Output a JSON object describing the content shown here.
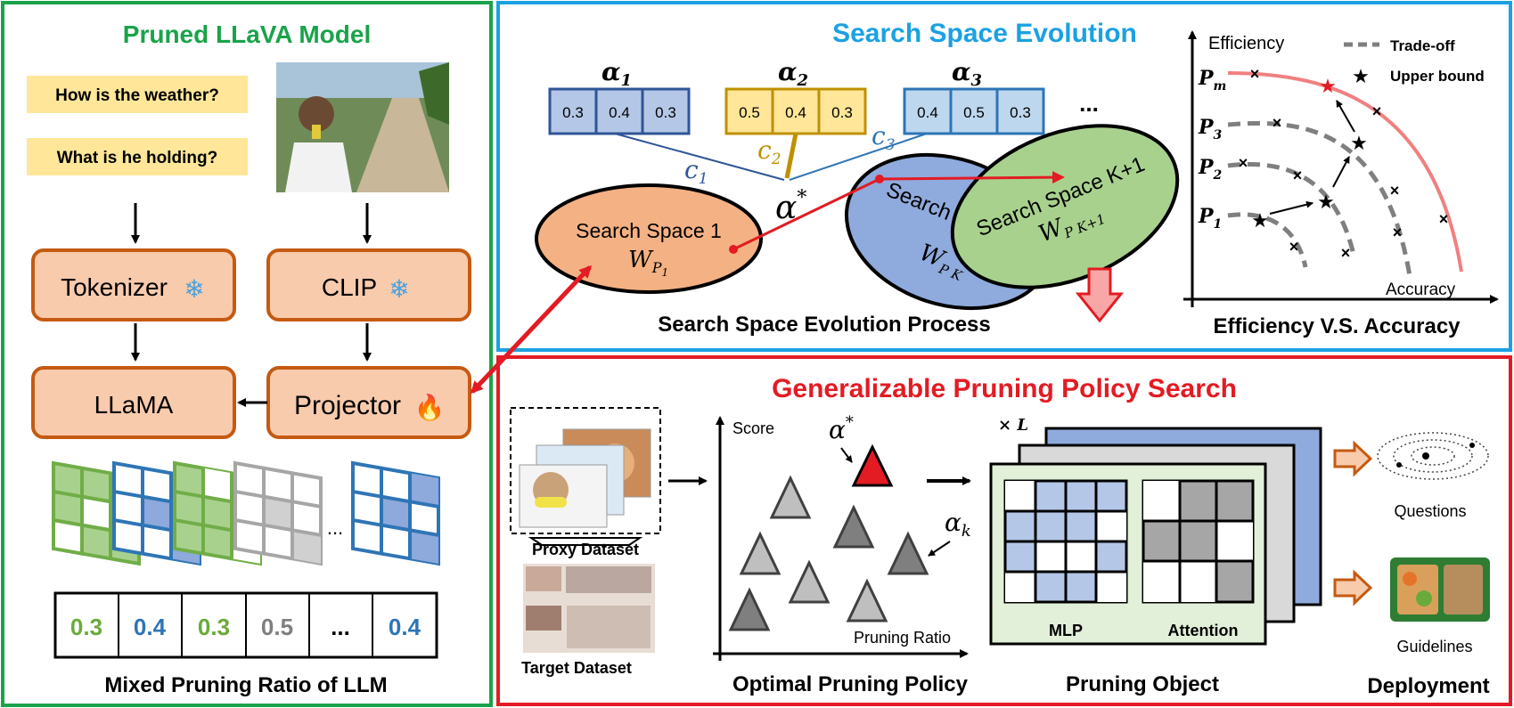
{
  "left_panel": {
    "title": "Pruned LLaVA Model",
    "questions": [
      "How is the weather?",
      "What is he holding?"
    ],
    "boxes": {
      "tokenizer": "Tokenizer",
      "clip": "CLIP",
      "llama": "LLaMA",
      "projector": "Projector"
    },
    "icons": {
      "frozen": "❄",
      "trainable": "🔥"
    },
    "ellipsis": "...",
    "ratios": [
      {
        "value": "0.3",
        "color": "#6aaa3a"
      },
      {
        "value": "0.4",
        "color": "#2e75b6"
      },
      {
        "value": "0.3",
        "color": "#6aaa3a"
      },
      {
        "value": "0.5",
        "color": "#7f7f7f"
      },
      {
        "value": "...",
        "color": "#000000"
      },
      {
        "value": "0.4",
        "color": "#2e75b6"
      }
    ],
    "caption": "Mixed Pruning Ratio of LLM"
  },
  "evolution_panel": {
    "title": "Search Space Evolution",
    "alphas": [
      {
        "label": "α",
        "sub": "1",
        "values": [
          "0.3",
          "0.4",
          "0.3"
        ]
      },
      {
        "label": "α",
        "sub": "2",
        "values": [
          "0.5",
          "0.4",
          "0.3"
        ]
      },
      {
        "label": "α",
        "sub": "3",
        "values": [
          "0.4",
          "0.5",
          "0.3"
        ]
      }
    ],
    "more": "...",
    "c_labels": [
      {
        "base": "c",
        "sub": "1"
      },
      {
        "base": "c",
        "sub": "2"
      },
      {
        "base": "c",
        "sub": "3"
      }
    ],
    "alpha_star": "α",
    "alpha_star_sup": "*",
    "space1_title": "Search Space 1",
    "space1_w": "W",
    "space1_w_sub": "P",
    "space1_w_subsub": "1",
    "spaceK_title": "Search Sp",
    "spaceK_w": "W",
    "spaceK_w_sub": "P K",
    "spaceK1_title": "Search Space K+1",
    "spaceK1_w": "W",
    "spaceK1_w_sub": "P K+1",
    "caption": "Search Space Evolution Process"
  },
  "efficiency_chart": {
    "y_label": "Efficiency",
    "x_label": "Accuracy",
    "legend_tradeoff": "Trade-off",
    "legend_upper": "Upper bound",
    "levels": [
      {
        "base": "P",
        "sub": "m"
      },
      {
        "base": "P",
        "sub": "3"
      },
      {
        "base": "P",
        "sub": "2"
      },
      {
        "base": "P",
        "sub": "1"
      }
    ],
    "caption": "Efficiency V.S. Accuracy"
  },
  "policy_panel": {
    "title": "Generalizable Pruning Policy Search",
    "proxy_label": "Proxy Dataset",
    "target_label": "Target Dataset",
    "score_label": "Score",
    "ratio_label": "Pruning Ratio",
    "alpha_star": "α",
    "alpha_star_sup": "*",
    "alpha_k": "α",
    "alpha_k_sub": "k",
    "policy_caption": "Optimal Pruning Policy",
    "layers": "× L",
    "mlp_label": "MLP",
    "attention_label": "Attention",
    "object_caption": "Pruning Object",
    "questions_label": "Questions",
    "guidelines_label": "Guidelines",
    "deployment_caption": "Deployment"
  },
  "colors": {
    "green": "#1aa34a",
    "blue_border": "#1ba1e2",
    "red": "#e31b23",
    "box_fill": "#f8cbad",
    "box_stroke": "#c55a11",
    "question_fill": "#ffe699"
  }
}
